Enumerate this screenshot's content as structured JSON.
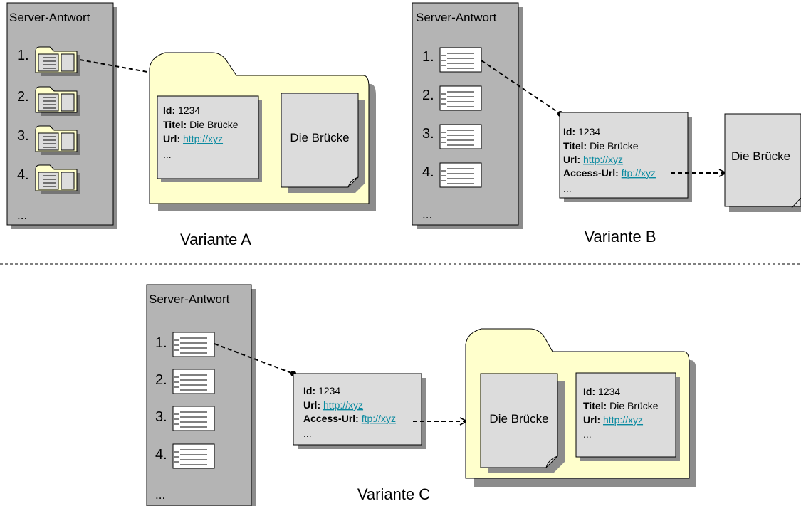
{
  "server_title": "Server-Antwort",
  "list_numbers": [
    "1.",
    "2.",
    "3.",
    "4."
  ],
  "list_more": "...",
  "fields": {
    "id": "Id:",
    "title": "Titel:",
    "url": "Url:",
    "access_url": "Access-Url:",
    "id_value": "1234",
    "title_value": "Die Brücke",
    "url_value": "http://xyz",
    "access_url_value": "ftp://xyz",
    "more": "..."
  },
  "document_name": "Die Brücke",
  "document_name_clipped": "Die Brücke",
  "variants": {
    "a": "Variante A",
    "b": "Variante B",
    "c": "Variante C"
  },
  "colors": {
    "panel_fill": "#b4b4b4",
    "folder_fill": "#ffffcc",
    "card_fill": "#dcdcdc",
    "link": "#0a8aa0",
    "shadow": "#8c8c8c"
  }
}
